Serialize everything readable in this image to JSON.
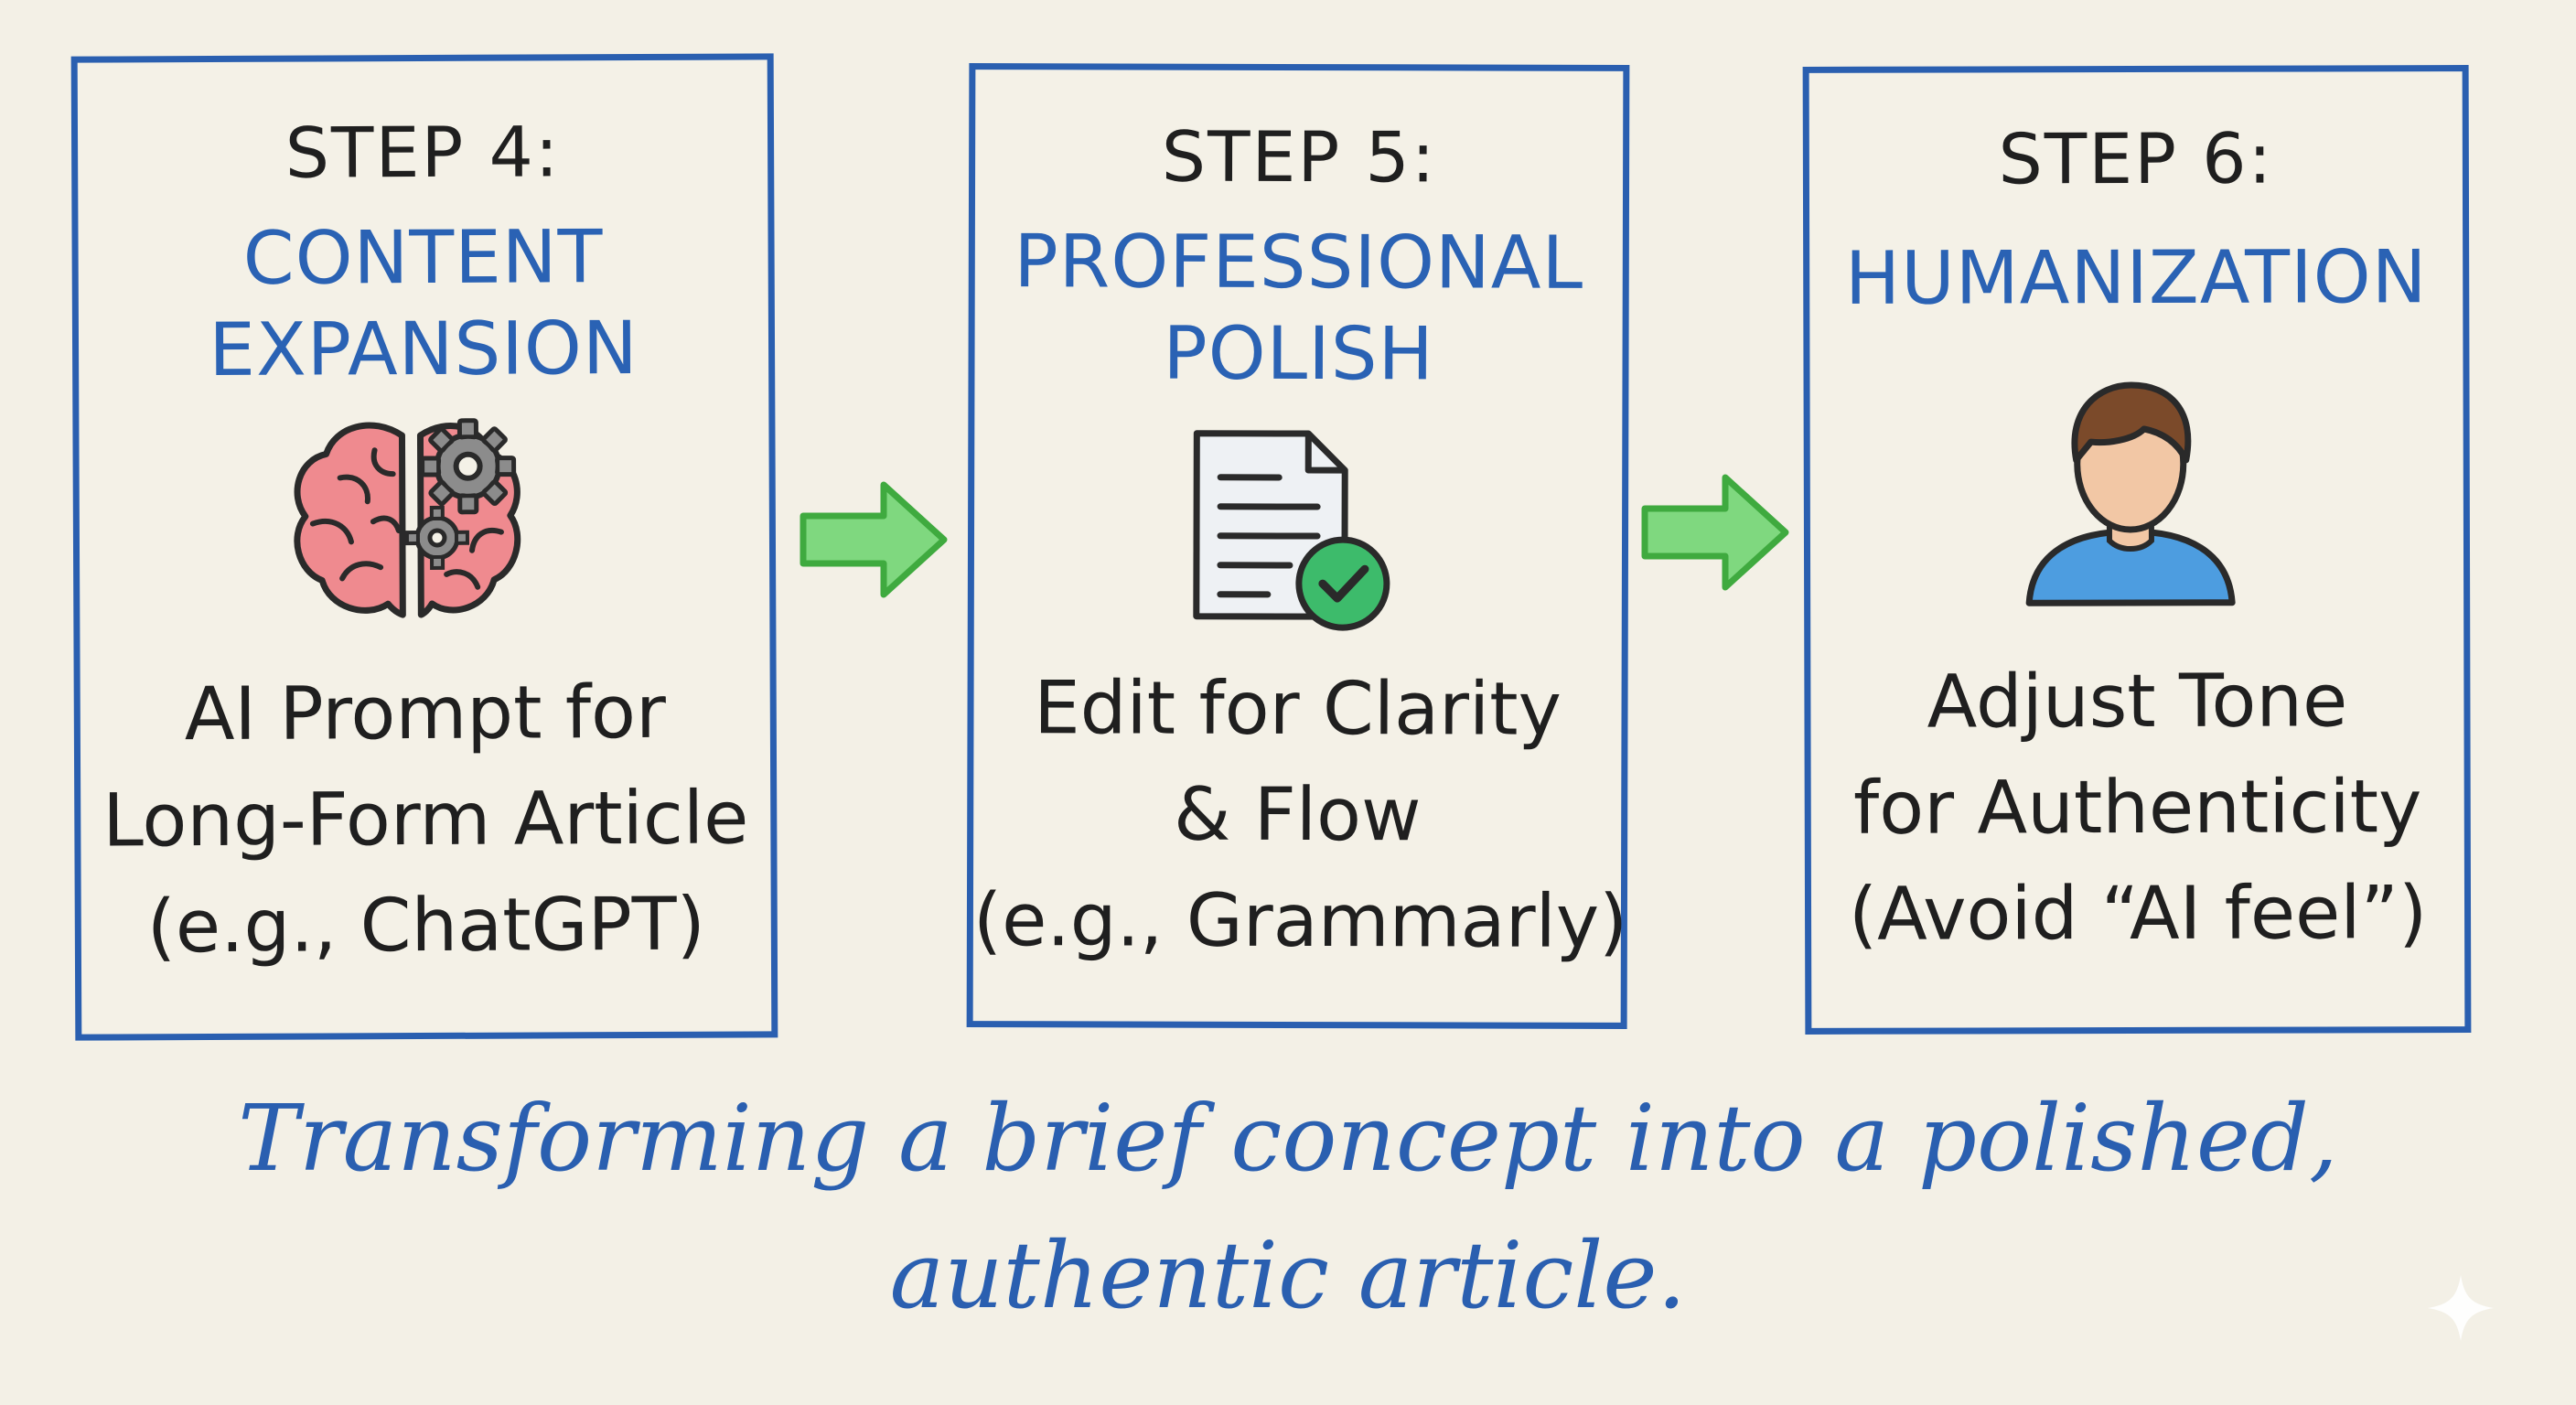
{
  "steps": [
    {
      "label": "STEP 4:",
      "title_lines": [
        "CONTENT",
        "EXPANSION"
      ],
      "icon": "brain-gears-icon",
      "desc_lines": [
        "AI Prompt for",
        "Long-Form Article",
        "(e.g., ChatGPT)"
      ]
    },
    {
      "label": "STEP 5:",
      "title_lines": [
        "PROFESSIONAL",
        "POLISH"
      ],
      "icon": "document-check-icon",
      "desc_lines": [
        "Edit for Clarity",
        "& Flow",
        "(e.g., Grammarly)"
      ]
    },
    {
      "label": "STEP 6:",
      "title_lines": [
        "HUMANIZATION"
      ],
      "icon": "person-icon",
      "desc_lines": [
        "Adjust Tone",
        "for Authenticity",
        "(Avoid “AI feel”)"
      ]
    }
  ],
  "caption_lines": [
    "Transforming a brief concept into a polished,",
    "authentic article."
  ],
  "colors": {
    "background": "#f3f0e6",
    "box_border": "#2a5fb0",
    "title_blue": "#2a62b4",
    "arrow_green": "#5cc85c",
    "brain_pink": "#ef8a8f",
    "check_green": "#3dbb6b"
  }
}
